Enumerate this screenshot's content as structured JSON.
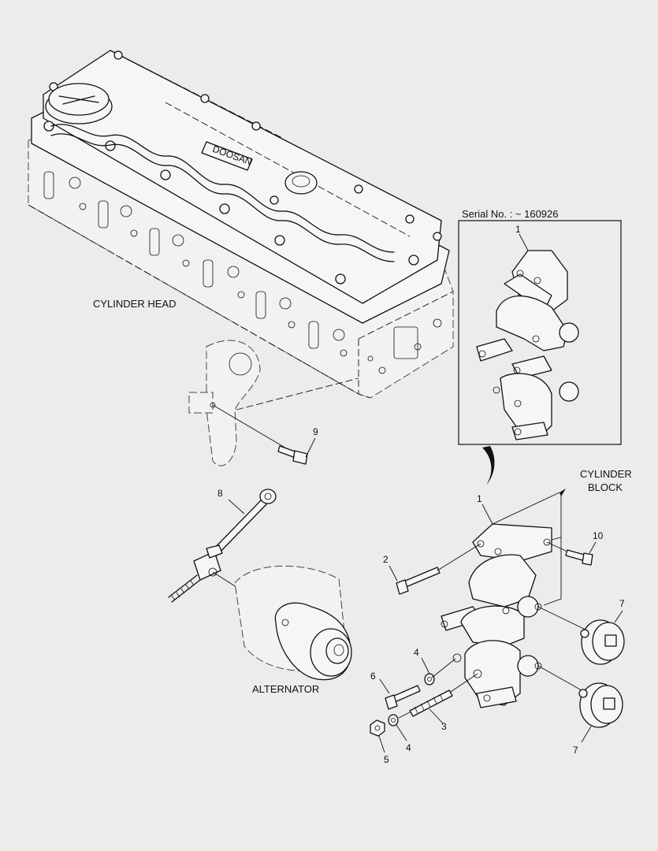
{
  "labels": {
    "cylinder_head": "CYLINDER HEAD",
    "alternator": "ALTERNATOR",
    "cylinder_block_line1": "CYLINDER",
    "cylinder_block_line2": "BLOCK",
    "serial_no": "Serial No. : ~ 160926",
    "head_brand": "DOOSAN"
  },
  "callouts": {
    "inset_bracket": "1",
    "bracket": "1",
    "bolt_2": "2",
    "stud_3": "3",
    "washer_4_upper": "4",
    "washer_4_lower": "4",
    "nut_5": "5",
    "bolt_6": "6",
    "idler_7_upper": "7",
    "idler_7_lower": "7",
    "link_8": "8",
    "bolt_9": "9",
    "bolt_10": "10"
  }
}
